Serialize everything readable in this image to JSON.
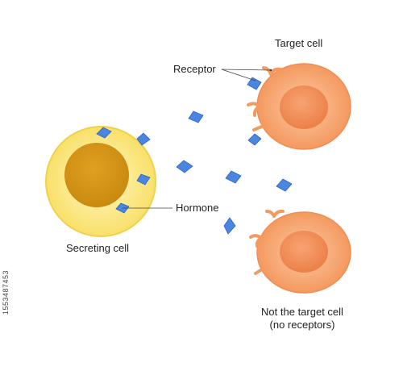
{
  "labels": {
    "target_cell": "Target cell",
    "receptor": "Receptor",
    "hormone": "Hormone",
    "secreting_cell": "Secreting cell",
    "not_target_line1": "Not the target cell",
    "not_target_line2": "(no receptors)"
  },
  "stock_id": "1553487453",
  "colors": {
    "secreting_cytoplasm": "#f9e47a",
    "secreting_membrane": "#f0d24a",
    "secreting_nucleus": "#d99a1a",
    "target_cytoplasm": "#f6a472",
    "target_membrane": "#ee8f55",
    "target_nucleus": "#f08a50",
    "receptor": "#f29a60",
    "hormone": "#4a86e0",
    "leader_line": "#444444"
  }
}
